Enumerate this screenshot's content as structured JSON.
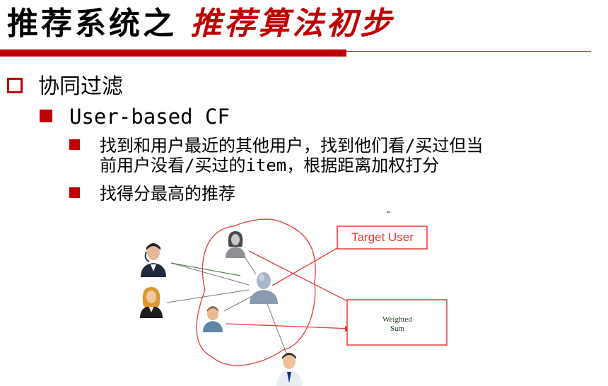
{
  "title": {
    "prefix": "推荐系统之",
    "highlight": "推荐算法初步"
  },
  "bullet1": {
    "text": "协同过滤"
  },
  "bullet2": {
    "text": "User-based CF"
  },
  "bullet3": {
    "line1": "找到和用户最近的其他用户，找到他们看/买过但当",
    "line2": "前用户没看/买过的item，根据距离加权打分"
  },
  "bullet4": {
    "text": "找得分最高的推荐"
  },
  "diagram": {
    "target_label": "Target User",
    "weighted_line1": "Weighted",
    "weighted_line2": "Sum"
  },
  "colors": {
    "accent": "#c00000",
    "annotation_red": "#e53935"
  },
  "icons": [
    "person-headset-icon",
    "person-woman-icon",
    "person-woman-gray-icon",
    "person-target-icon",
    "person-small-icon",
    "person-man-tie-icon"
  ]
}
